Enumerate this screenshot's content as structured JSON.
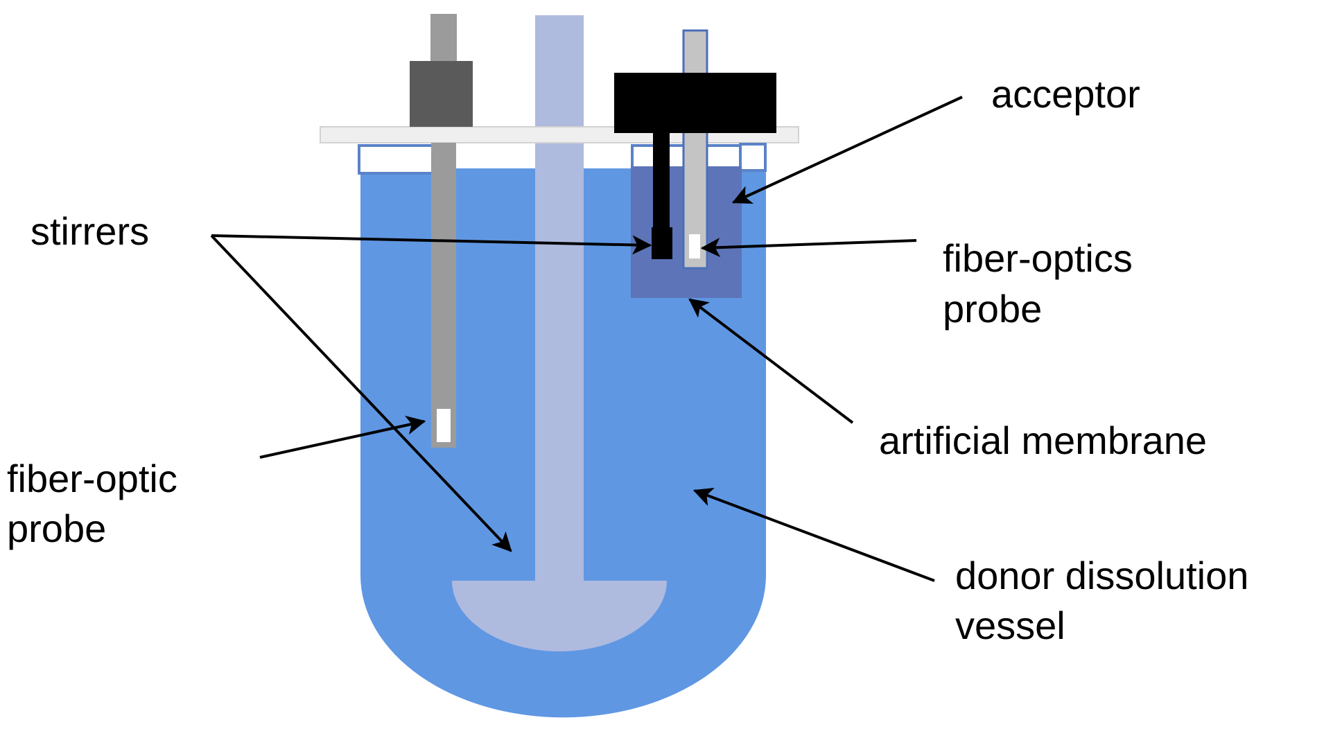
{
  "labels": {
    "acceptor": "acceptor",
    "stirrers": "stirrers",
    "fiber_optics_probe_line1": "fiber-optics",
    "fiber_optics_probe_line2": "probe",
    "artificial_membrane": "artificial membrane",
    "fiber_optic_probe_line1": "fiber-optic",
    "fiber_optic_probe_line2": "probe",
    "donor_vessel_line1": "donor dissolution",
    "donor_vessel_line2": "vessel"
  },
  "colors": {
    "vessel_fill": "#5f97e3",
    "acceptor_fill": "#5d74b8",
    "stirrer_fill": "#afbadf",
    "probe_gray": "#9b9b9b",
    "probe_head": "#5a5a5a",
    "lid_fill": "#efefef",
    "clip_outline": "#5b82c8",
    "acceptor_stirrer": "#000000",
    "arrows": "#000000"
  }
}
